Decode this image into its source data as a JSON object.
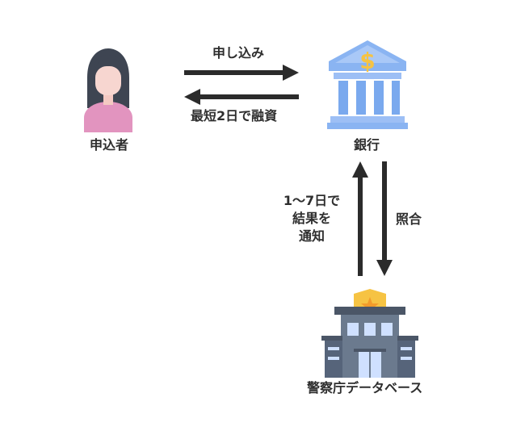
{
  "nodes": {
    "applicant": "申込者",
    "bank": "銀行",
    "police_db": "警察庁データベース"
  },
  "edges": {
    "apply": "申し込み",
    "loan": "最短2日で融資",
    "verify": "照合",
    "notify_lines": [
      "1〜7日で",
      "結果を",
      "通知"
    ]
  },
  "icons": {
    "applicant": "person-icon",
    "bank": "bank-icon",
    "police_db": "police-station-icon"
  },
  "colors": {
    "arrow": "#2b2b2b",
    "bank_blue": "#8ab4f2",
    "dollar_gold": "#f6c343",
    "person_shirt": "#e294bf",
    "police_gray": "#6b7a8e"
  }
}
